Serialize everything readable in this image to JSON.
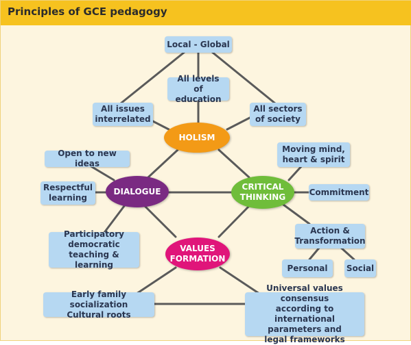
{
  "title": "Principles of GCE pedagogy",
  "colors": {
    "holism": "#f39a16",
    "dialogue": "#7a2a82",
    "critical": "#6fbd3a",
    "values": "#e0157a",
    "box": "#b6d8f2",
    "line": "#5a5a5a"
  },
  "hubs": {
    "holism": [
      "HOLISM"
    ],
    "dialogue": [
      "DIALOGUE"
    ],
    "critical": [
      "CRITICAL",
      "THINKING"
    ],
    "values": [
      "VALUES",
      "FORMATION"
    ]
  },
  "boxes": {
    "local_global": [
      "Local - Global"
    ],
    "all_levels": [
      "All levels",
      "of education"
    ],
    "all_issues": [
      "All issues",
      "interrelated"
    ],
    "all_sectors": [
      "All sectors",
      "of society"
    ],
    "open_ideas": [
      "Open to new ideas"
    ],
    "respectful": [
      "Respectful",
      "learning"
    ],
    "participatory": [
      "Participatory",
      "democratic",
      "teaching & learning"
    ],
    "moving_mind": [
      "Moving mind,",
      "heart & spirit"
    ],
    "commitment": [
      "Commitment"
    ],
    "action": [
      "Action &",
      "Transformation"
    ],
    "personal": [
      "Personal"
    ],
    "social": [
      "Social"
    ],
    "early_family": [
      "Early  family socialization",
      "Cultural roots"
    ],
    "universal": [
      "Universal values consensus",
      "according to international",
      "parameters and",
      "legal frameworks"
    ]
  }
}
